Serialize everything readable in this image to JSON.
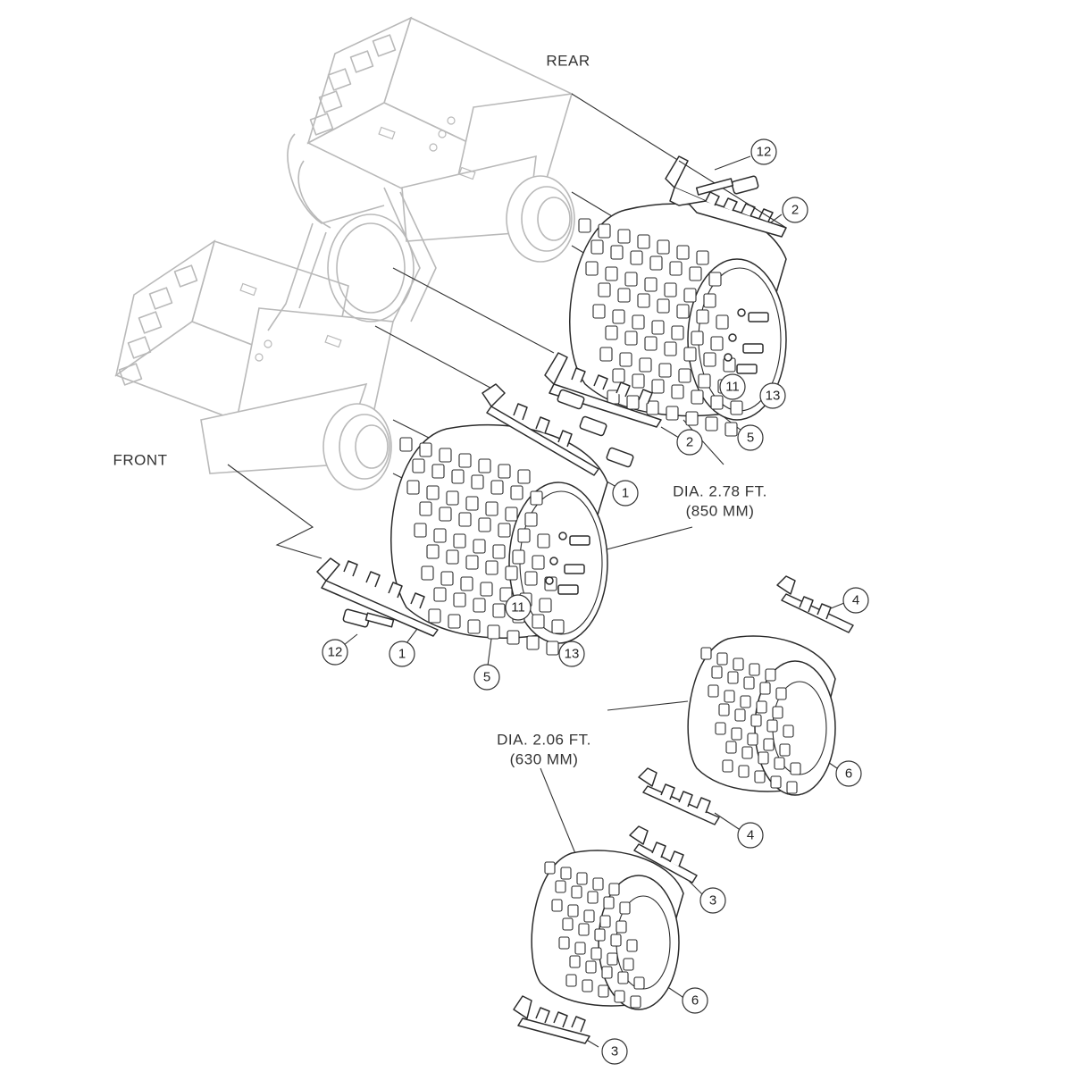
{
  "labels": {
    "rear": "REAR",
    "front": "FRONT",
    "large_drum_dia": "DIA. 2.78 FT.",
    "large_drum_mm": "(850 MM)",
    "small_drum_dia": "DIA. 2.06 FT.",
    "small_drum_mm": "(630 MM)"
  },
  "callouts": [
    "12",
    "2",
    "11",
    "13",
    "2",
    "5",
    "1",
    "12",
    "1",
    "11",
    "13",
    "5",
    "4",
    "6",
    "4",
    "3",
    "6",
    "3"
  ],
  "colors": {
    "frame_line": "#b9b9b9",
    "part_line": "#2b2b2b",
    "background": "#ffffff"
  }
}
